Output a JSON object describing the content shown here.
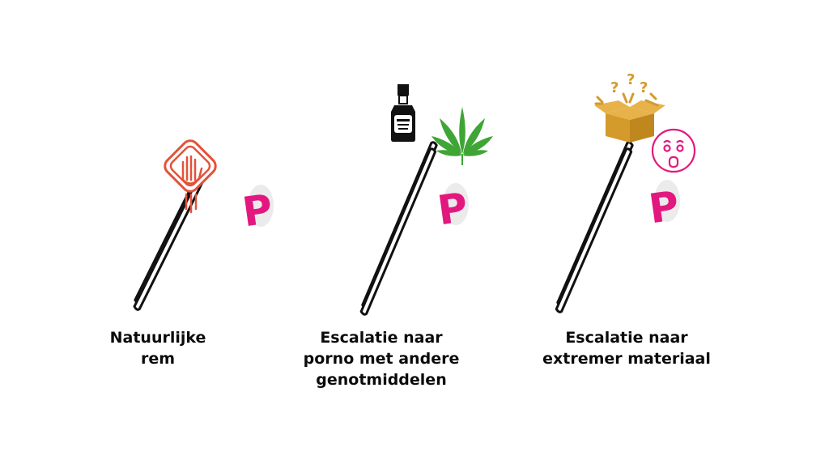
{
  "colors": {
    "ladder": "#111111",
    "brand_p": "#e2187f",
    "stop_sign": "#e3523a",
    "leaf": "#3fa535",
    "box": "#d49a2b",
    "emoji": "#e2187f"
  },
  "brand_mark": "P",
  "panels": [
    {
      "caption": "Natuurlijke\nrem",
      "icons": [
        "stop-hand-icon"
      ]
    },
    {
      "caption": "Escalatie naar\nporno met andere\ngenotmiddelen",
      "icons": [
        "liquor-bottle-icon",
        "cannabis-leaf-icon"
      ]
    },
    {
      "caption": "Escalatie naar\nextremer materiaal",
      "icons": [
        "mystery-box-icon",
        "shocked-face-icon"
      ]
    }
  ]
}
